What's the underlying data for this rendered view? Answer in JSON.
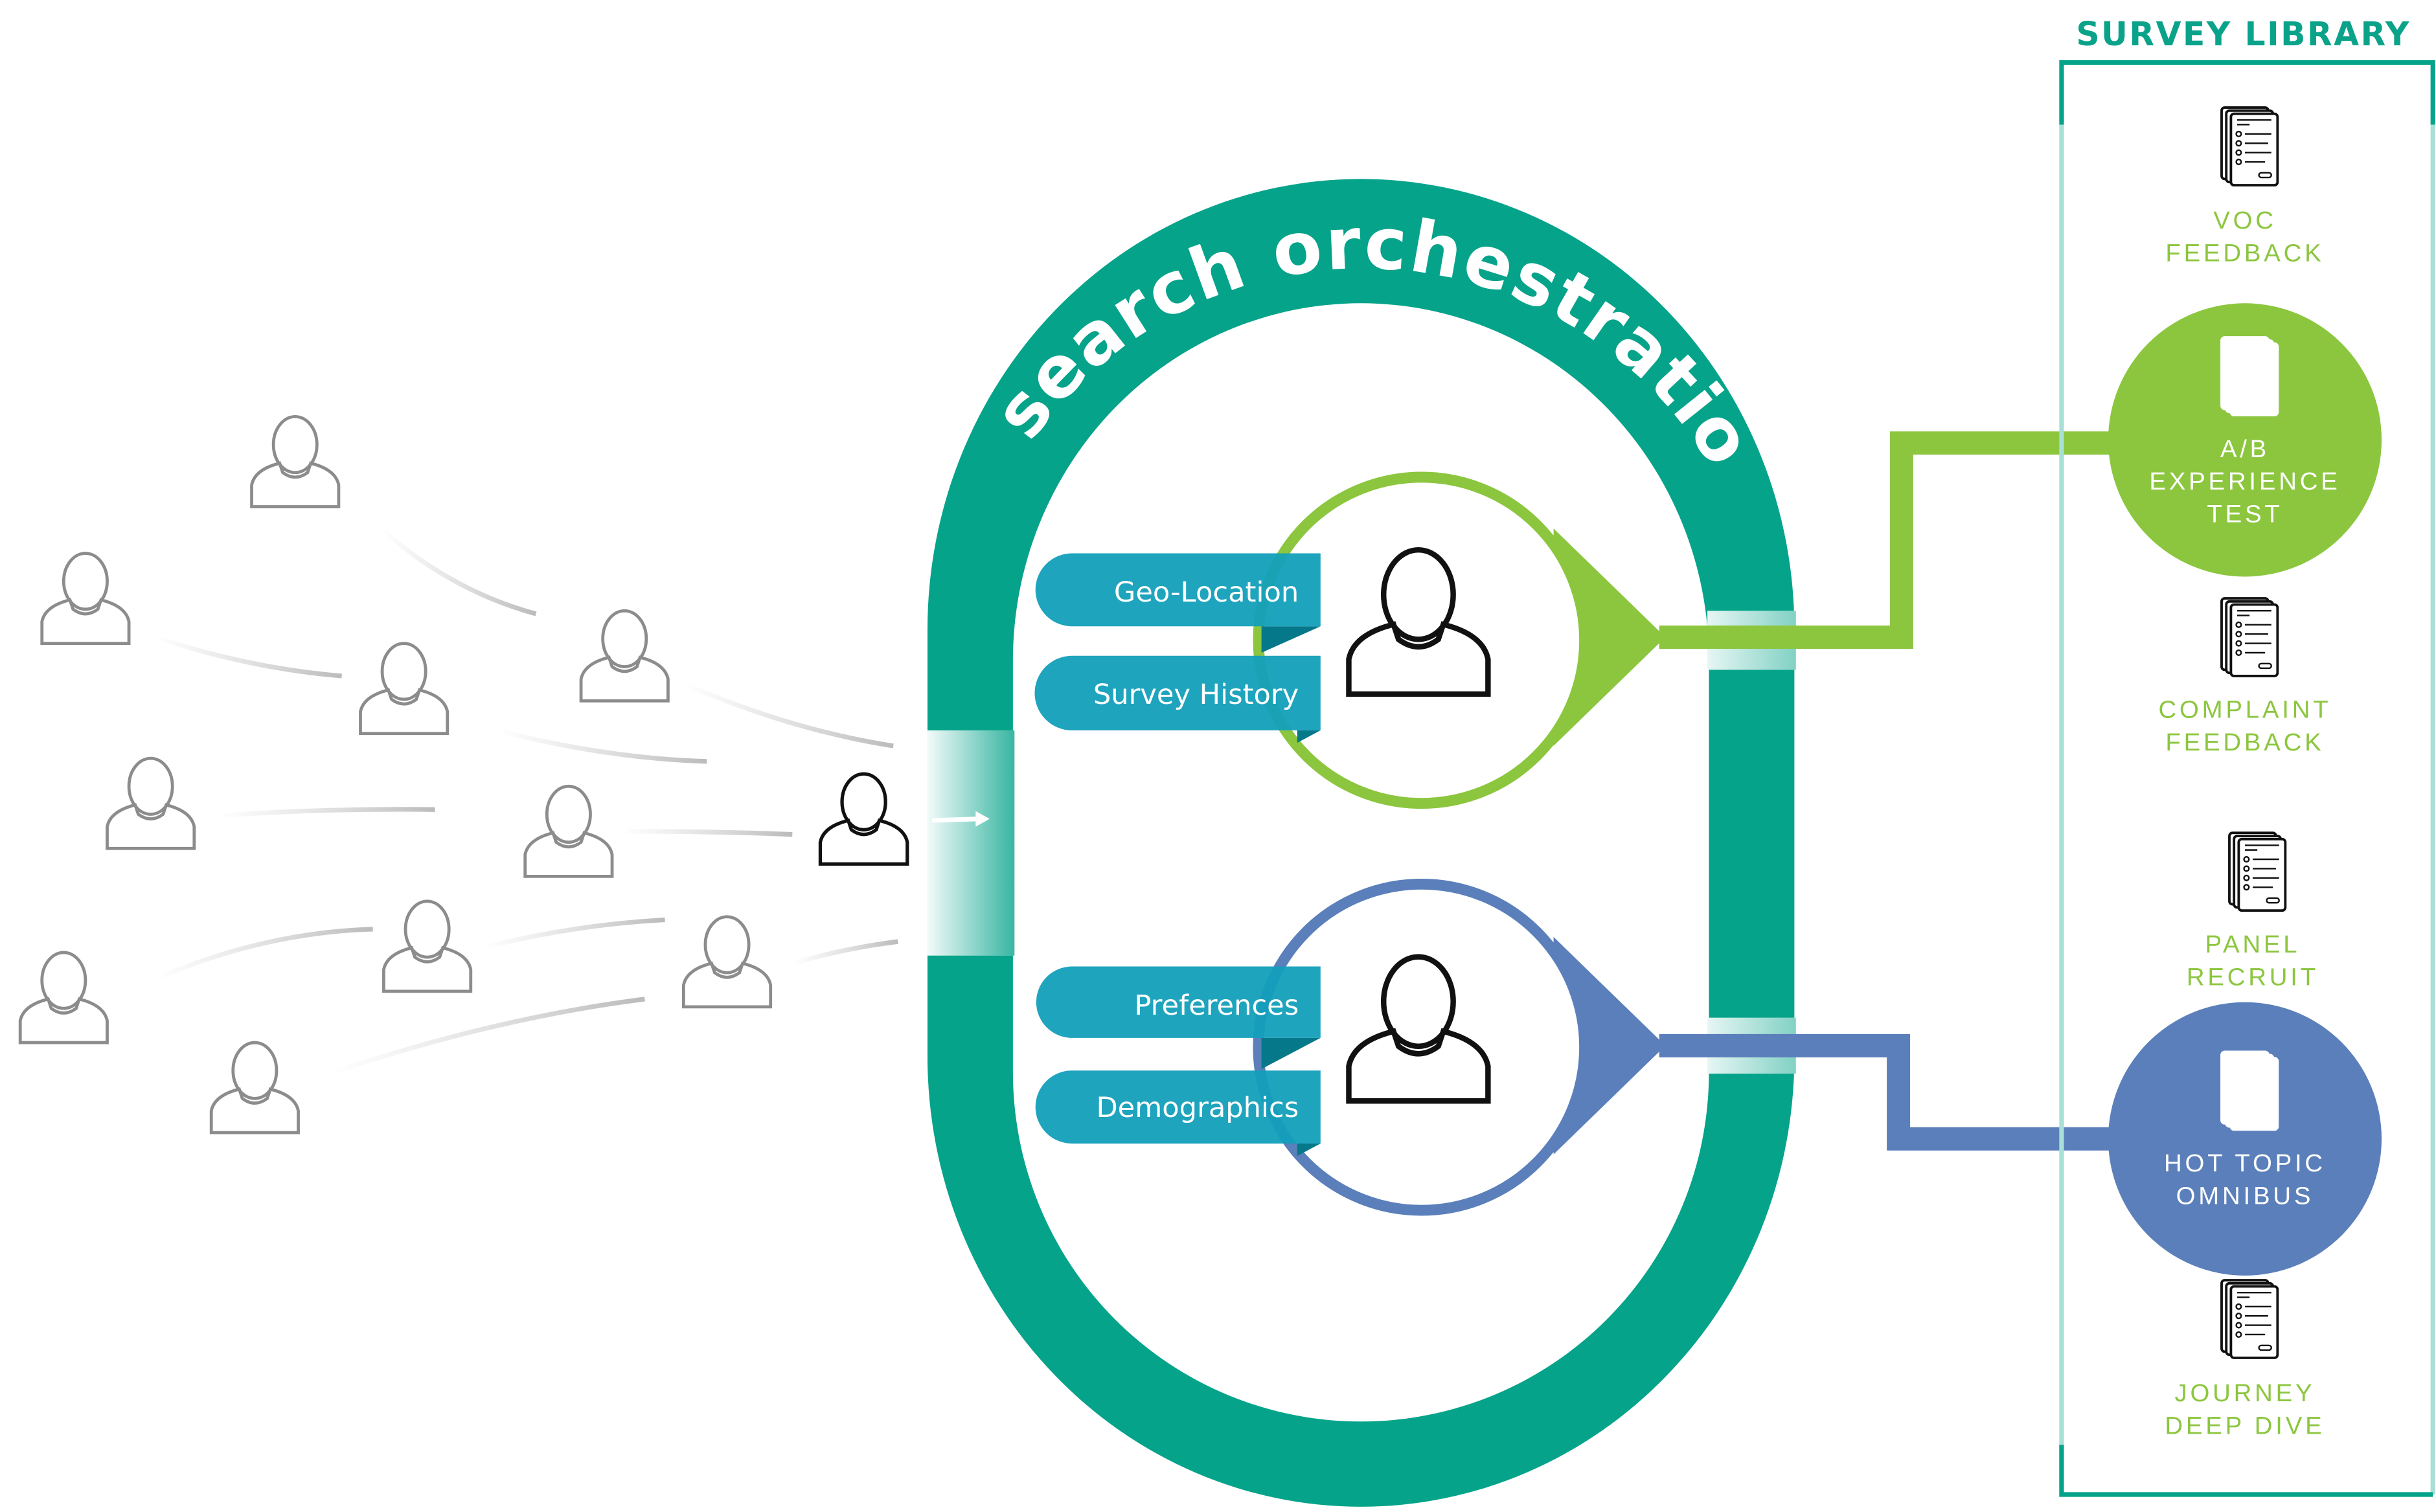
{
  "diagram": {
    "title": "research orchestration",
    "tags": {
      "geo_location": "Geo-Location",
      "survey_history": "Survey History",
      "preferences": "Preferences",
      "demographics": "Demographics"
    },
    "survey_library": {
      "title": "SURVEY LIBRARY",
      "items": [
        {
          "line1": "VOC",
          "line2": "FEEDBACK",
          "line3": ""
        },
        {
          "line1": "A/B",
          "line2": "EXPERIENCE",
          "line3": "TEST"
        },
        {
          "line1": "COMPLAINT",
          "line2": "FEEDBACK",
          "line3": ""
        },
        {
          "line1": "PANEL",
          "line2": "RECRUIT",
          "line3": ""
        },
        {
          "line1": "HOT TOPIC",
          "line2": "OMNIBUS",
          "line3": ""
        },
        {
          "line1": "JOURNEY",
          "line2": "DEEP DIVE",
          "line3": ""
        }
      ]
    },
    "colors": {
      "teal": "#05a38a",
      "green": "#8cc63f",
      "blue": "#5b7fba",
      "tag": "#139fbb",
      "tag_fold": "#05788a"
    }
  }
}
